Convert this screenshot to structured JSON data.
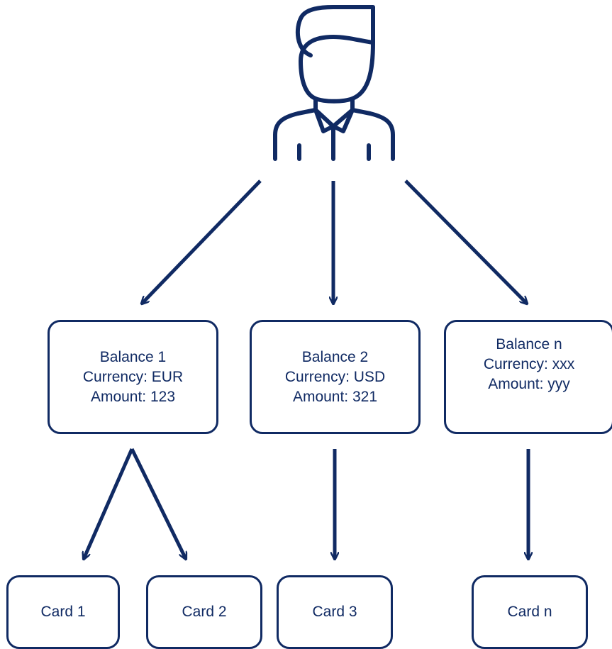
{
  "colors": {
    "stroke": "#102a63",
    "background": "#ffffff"
  },
  "user": {
    "icon": "user-icon"
  },
  "balances": [
    {
      "title": "Balance 1",
      "currency_label": "Currency:",
      "currency": "EUR",
      "amount_label": "Amount:",
      "amount": "123"
    },
    {
      "title": "Balance 2",
      "currency_label": "Currency:",
      "currency": "USD",
      "amount_label": "Amount:",
      "amount": "321"
    },
    {
      "title": "Balance n",
      "currency_label": "Currency:",
      "currency": "xxx",
      "amount_label": "Amount:",
      "amount": "yyy"
    }
  ],
  "cards": [
    {
      "label": "Card 1",
      "balance": "Balance 1"
    },
    {
      "label": "Card 2",
      "balance": "Balance 1"
    },
    {
      "label": "Card 3",
      "balance": "Balance 2"
    },
    {
      "label": "Card n",
      "balance": "Balance n"
    }
  ]
}
